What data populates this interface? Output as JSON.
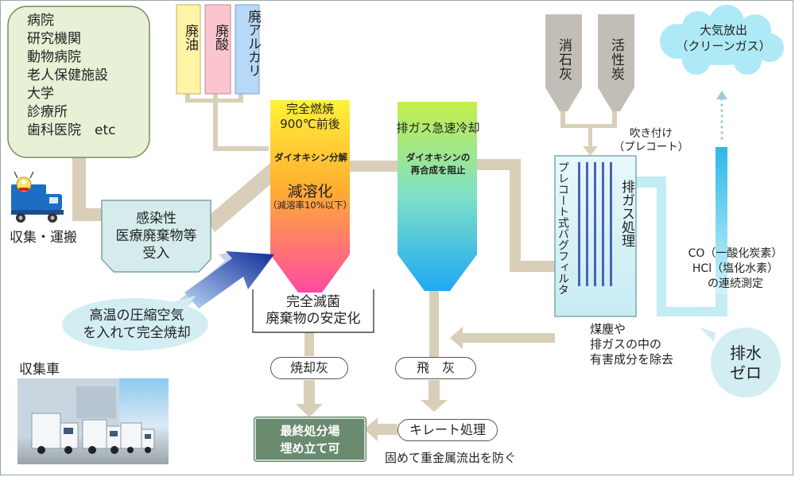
{
  "sources": {
    "items": [
      "病院",
      "研究機関",
      "動物病院",
      "老人保健施設",
      "大学",
      "診療所",
      "歯科医院　etc"
    ]
  },
  "collection": {
    "label": "収集・運搬",
    "truck_label": "収集車"
  },
  "waste_inputs": {
    "oil": "廃油",
    "acid": "廃酸",
    "alkali": "廃アルカリ"
  },
  "reception": {
    "line1": "感染性",
    "line2": "医療廃棄物等",
    "line3": "受入"
  },
  "compressed_air": {
    "line1": "高温の圧縮空気",
    "line2": "を入れて完全焼却"
  },
  "incinerator": {
    "title1": "完全燃焼",
    "title2": "900℃前後",
    "dioxin": "ダイオキシン分解",
    "main": "減溶化",
    "sub": "（減溶率10%以下）",
    "below1": "完全滅菌",
    "below2": "廃棄物の安定化"
  },
  "cooler": {
    "title": "排ガス急速冷却",
    "note1": "ダイオキシンの",
    "note2": "再合成を阻止"
  },
  "additives": {
    "lime": "消石灰",
    "carbon": "活性炭",
    "spray1": "吹き付け",
    "spray2": "（プレコート）"
  },
  "bagfilter": {
    "label": "プレコート式バグフィルタ",
    "treatment": "排ガス処理",
    "note1": "煤塵や",
    "note2": "排ガスの中の",
    "note3": "有害成分を除去"
  },
  "stack": {
    "cloud1": "大気放出",
    "cloud2": "（クリーンガス）",
    "m1": "CO（一酸化炭素）",
    "m2": "HCl（塩化水素）",
    "m3": "の連続測定"
  },
  "water": {
    "line1": "排水",
    "line2": "ゼロ"
  },
  "ash": {
    "burn": "焼却灰",
    "fly": "飛　灰",
    "chelate": "キレート処理",
    "heavy_metal": "固めて重金属流出を防ぐ"
  },
  "landfill": {
    "line1": "最終処分場",
    "line2": "埋め立て可"
  },
  "colors": {
    "pipe": "#d9cfb8",
    "green_box": "#e7f1d6",
    "reception_box": "#d6ecec",
    "silo": "#c2bdb6",
    "cloud": "#aeeaf6",
    "bubble": "#d2eef2",
    "landfill": "#6a8b70"
  }
}
